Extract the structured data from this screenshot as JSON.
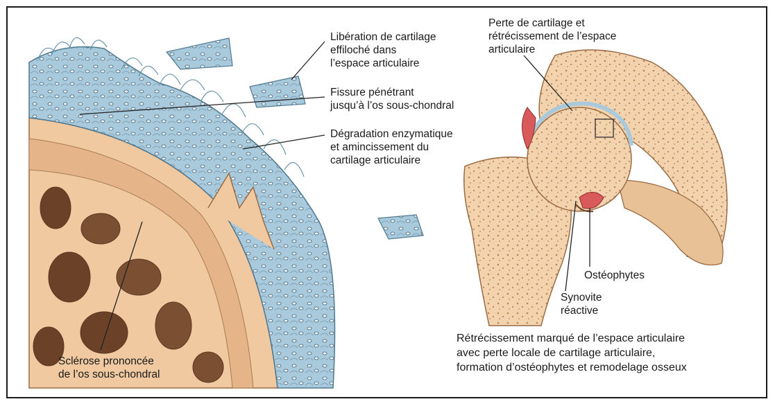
{
  "labels": {
    "cartilage_release": [
      "Libération de cartilage",
      "effiloché dans",
      "l’espace articulaire"
    ],
    "fissure": [
      "Fissure pénétrant",
      "jusqu’à l’os sous-chondral"
    ],
    "degradation": [
      "Dégradation enzymatique",
      "et amincissement du",
      "cartilage articulaire"
    ],
    "cartilage_loss": [
      "Perte de cartilage et",
      "rétrécissement de l’espace",
      "articulaire"
    ],
    "osteophytes": "Ostéophytes",
    "synovitis": [
      "Synovite",
      "réactive"
    ],
    "sclerosis": [
      "Sclérose prononcée",
      "de l’os sous-chondral"
    ]
  },
  "caption": [
    "Rétrécissement marqué de l’espace articulaire",
    "avec perte locale de cartilage articulaire,",
    "formation d’ostéophytes et remodelage osseux"
  ],
  "colors": {
    "bone": "#f0c9a0",
    "bone_dark": "#c99b70",
    "cartilage": "#a9c9dc",
    "cartilage_light": "#d4e5ef",
    "synovium": "#d85a5a",
    "leader": "#222222"
  }
}
